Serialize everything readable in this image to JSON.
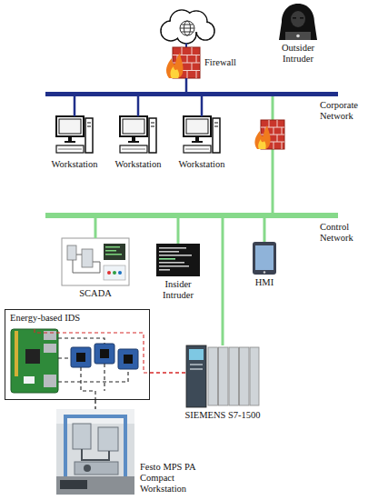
{
  "diagram": {
    "nodes": [
      {
        "text": [
          "Outsider Intruder"
        ]
      },
      {
        "text": [
          "Firewall"
        ]
      },
      {
        "text": [
          "Corporate Network"
        ]
      },
      {
        "text": [
          "Workstation"
        ]
      },
      {
        "text": [
          "Workstation"
        ]
      },
      {
        "text": [
          "Workstation"
        ]
      },
      {
        "text": [
          "Control Network"
        ]
      },
      {
        "text": [
          "SCADA"
        ]
      },
      {
        "text": [
          "Insider Intruder"
        ]
      },
      {
        "text": [
          "HMI"
        ]
      },
      {
        "text": [
          "Energy-based IDS"
        ]
      },
      {
        "text": [
          "SIEMENS S7-1500"
        ]
      },
      {
        "text": [
          "Festo MPS PA Compact Workstation"
        ]
      }
    ],
    "edges": [
      {
        "from": 1,
        "to": 2,
        "arrow": "none"
      },
      {
        "from": 3,
        "to": 2,
        "arrow": "none"
      },
      {
        "from": 4,
        "to": 2,
        "arrow": "none"
      },
      {
        "from": 5,
        "to": 2,
        "arrow": "none"
      },
      {
        "from": 2,
        "to": 6,
        "arrow": "none"
      },
      {
        "from": 7,
        "to": 6,
        "arrow": "none"
      },
      {
        "from": 8,
        "to": 6,
        "arrow": "none"
      },
      {
        "from": 9,
        "to": 6,
        "arrow": "none"
      },
      {
        "from": 11,
        "to": 6,
        "arrow": "none"
      },
      {
        "from": 10,
        "to": 11,
        "arrow": "none"
      },
      {
        "from": 10,
        "to": 12,
        "arrow": "none"
      }
    ]
  }
}
